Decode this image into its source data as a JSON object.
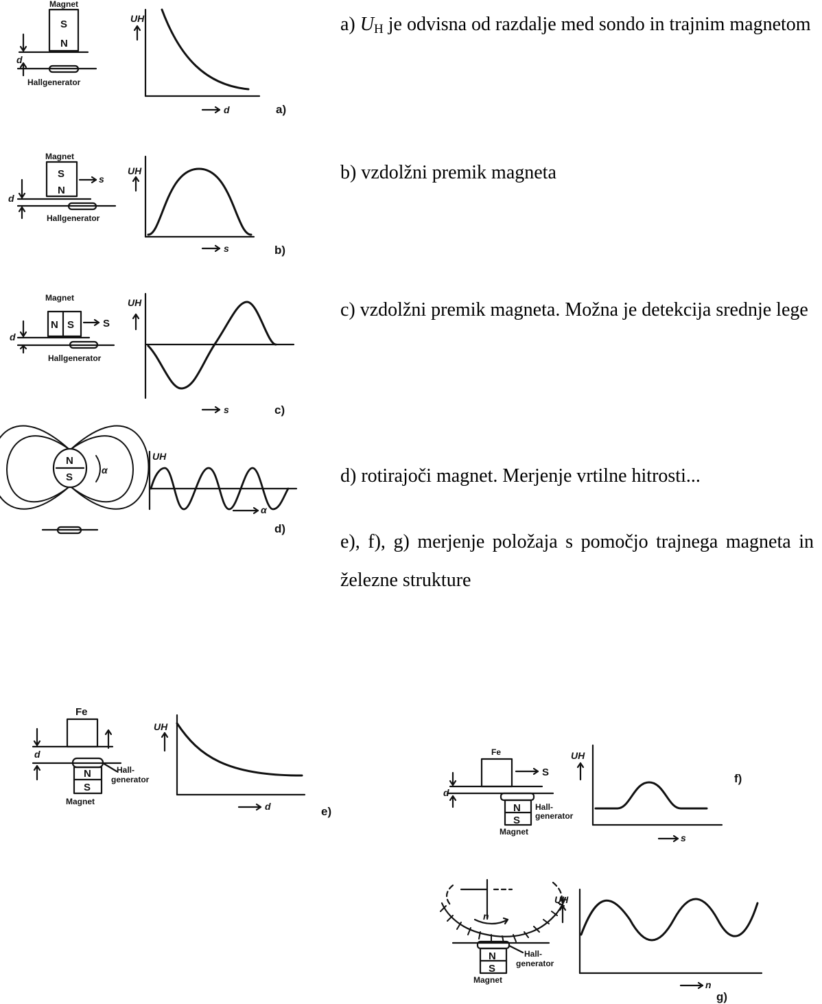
{
  "captions": {
    "a": {
      "prefix": "a) ",
      "sym": "U",
      "sub": "H",
      "rest": " je odvisna od razdalje med sondo in trajnim magnetom"
    },
    "b": "b) vzdolžni premik magneta",
    "c": "c) vzdolžni premik magneta. Možna je detekcija srednje lege",
    "d": "d) rotirajoči magnet. Merjenje vrtilne hitrosti...",
    "efg": "e), f), g) merjenje položaja s pomočjo trajnega magneta in železne strukture"
  },
  "figures": {
    "a": {
      "tag": "a)",
      "magnet": "Magnet",
      "pole_top": "S",
      "pole_bottom": "N",
      "d": "d",
      "hall": "Hallgenerator",
      "y_axis": "UH",
      "x_axis": "d"
    },
    "b": {
      "tag": "b)",
      "magnet": "Magnet",
      "pole_top": "S",
      "pole_bottom": "N",
      "d": "d",
      "move": "s",
      "hall": "Hallgenerator",
      "y_axis": "UH",
      "x_axis": "s"
    },
    "c": {
      "tag": "c)",
      "magnet": "Magnet",
      "pole_left": "N",
      "pole_right": "S",
      "d": "d",
      "move": "S",
      "hall": "Hallgenerator",
      "y_axis": "UH",
      "x_axis": "s"
    },
    "d": {
      "tag": "d)",
      "pole_top": "N",
      "pole_bottom": "S",
      "angle": "α",
      "y_axis": "UH",
      "x_axis": "α"
    },
    "e": {
      "tag": "e)",
      "iron": "Fe",
      "d": "d",
      "pole_top": "N",
      "pole_bottom": "S",
      "hall1": "Hall-",
      "hall2": "generator",
      "magnet": "Magnet",
      "y_axis": "UH",
      "x_axis": "d"
    },
    "f": {
      "tag": "f)",
      "iron": "Fe",
      "move": "S",
      "d": "d",
      "pole_top": "N",
      "pole_bottom": "S",
      "hall1": "Hall-",
      "hall2": "generator",
      "magnet": "Magnet",
      "y_axis": "UH",
      "x_axis": "s"
    },
    "g": {
      "tag": "g)",
      "rot": "n",
      "pole_top": "N",
      "pole_bottom": "S",
      "hall1": "Hall-",
      "hall2": "generator",
      "magnet": "Magnet",
      "y_axis": "UH",
      "x_axis": "n"
    }
  }
}
